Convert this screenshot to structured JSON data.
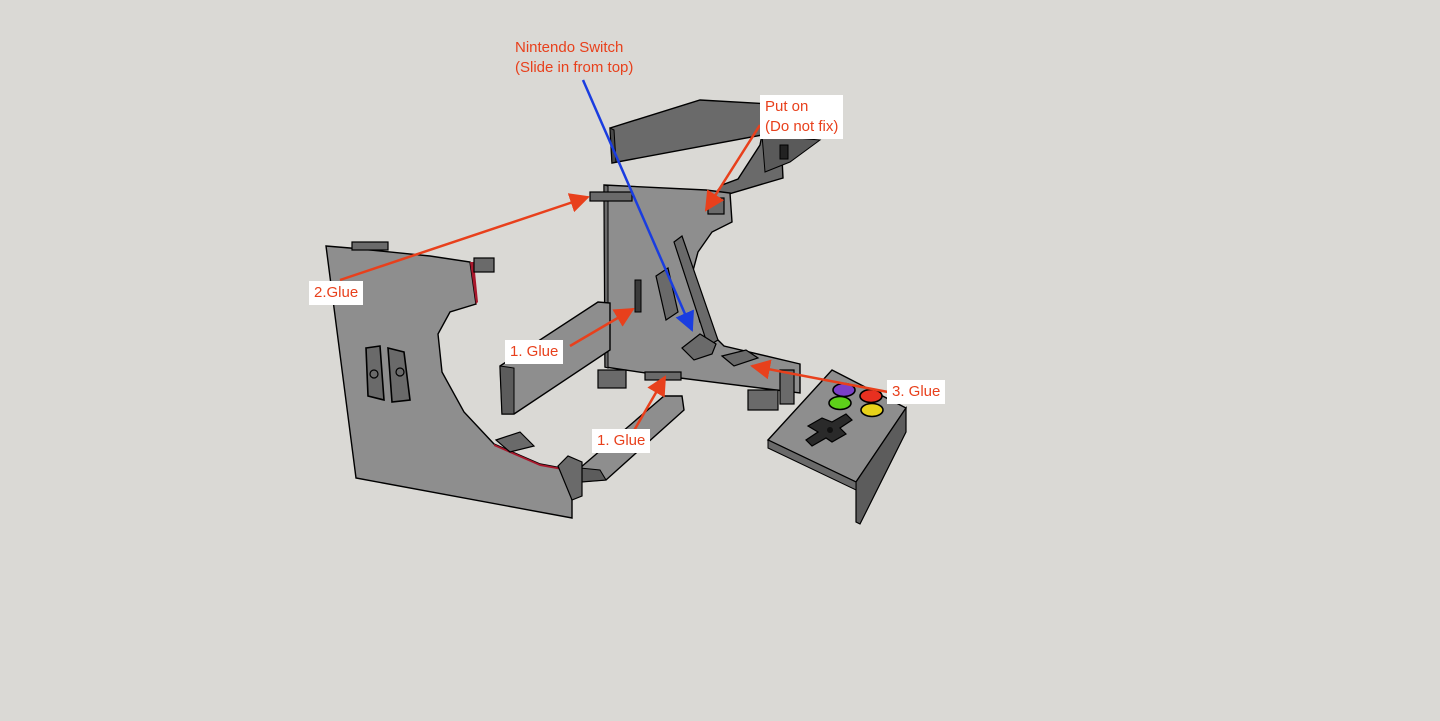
{
  "colors": {
    "background": "#dad9d5",
    "panel": "#8e8e8e",
    "panel_dark": "#5c5c5c",
    "outline": "#000000",
    "edge_red": "#a8182c",
    "annotation_red": "#e8401c",
    "annotation_blue": "#1a3de0",
    "button_purple": "#7a3fc8",
    "button_red": "#e83020",
    "button_green": "#5ed01a",
    "button_yellow": "#e8d21a"
  },
  "annotations": {
    "switch_line1": "Nintendo Switch",
    "switch_line2": "(Slide in from top)",
    "put_on_line1": "Put on",
    "put_on_line2": "(Do not fix)",
    "glue_2": "2.Glue",
    "glue_1a": "1. Glue",
    "glue_1b": "1. Glue",
    "glue_3": "3. Glue"
  },
  "icons": {
    "joycon": "joycon-icon",
    "dpad": "dpad-icon",
    "face_buttons": "face-buttons-icon"
  }
}
